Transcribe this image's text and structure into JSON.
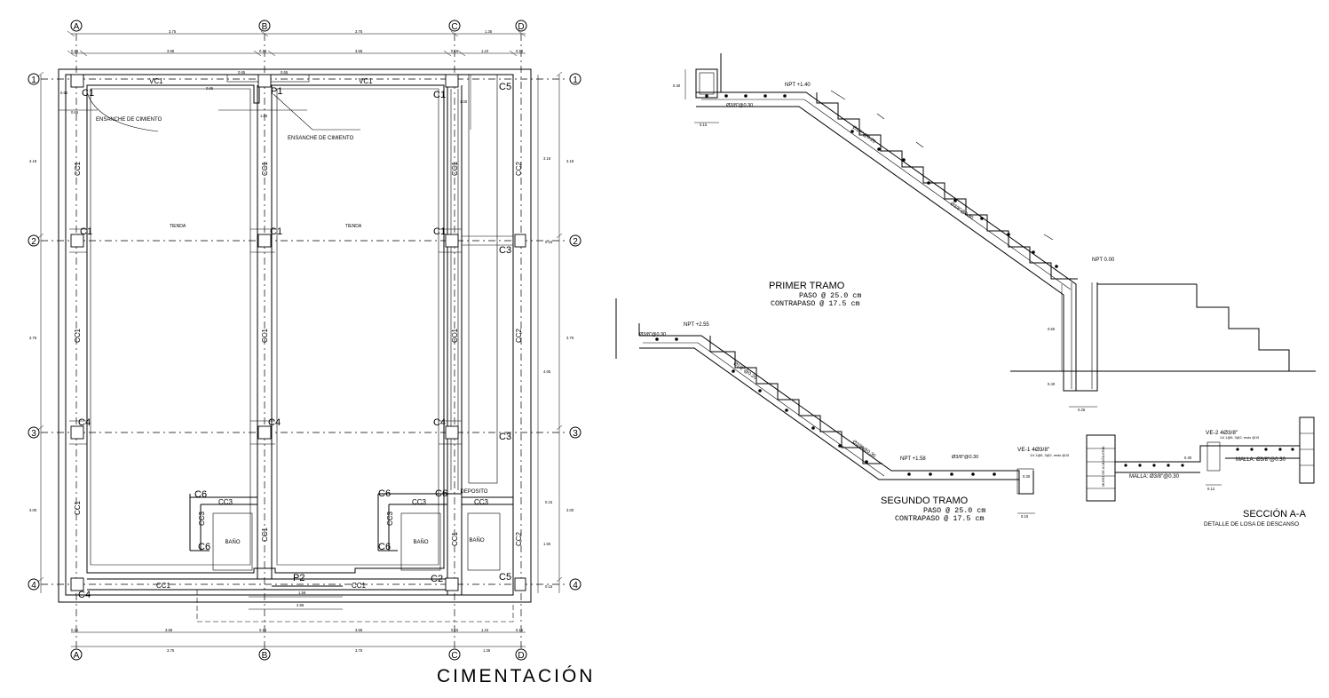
{
  "plan": {
    "title": "CIMENTACIÓN",
    "grid_letters": [
      "A",
      "B",
      "C",
      "D"
    ],
    "grid_numbers": [
      "1",
      "2",
      "3",
      "4"
    ],
    "rooms": [
      "TIENDA",
      "TIENDA",
      "BAÑO",
      "BAÑO",
      "BAÑO",
      "DEPOSITO"
    ],
    "notes": [
      "ENSANCHE DE CIMIENTO",
      "ENSANCHE DE CIMIENTO"
    ],
    "column_labels": [
      "C1",
      "C1",
      "C1",
      "C1",
      "C1",
      "C1",
      "C4",
      "C4",
      "C4",
      "C4",
      "C5",
      "C5",
      "C3",
      "C3",
      "C2",
      "C6",
      "C6",
      "C6",
      "C6",
      "C6",
      "P1",
      "P2"
    ],
    "beam_labels": [
      "VC1",
      "VC1",
      "CC1",
      "CC1",
      "CC1",
      "CC1",
      "CC1",
      "CC1",
      "CC1",
      "CC1",
      "CC1",
      "CC2",
      "CC2",
      "CC2",
      "CC3",
      "CC3",
      "CC3",
      "CC3",
      "CC3"
    ],
    "top_dims": [
      "3.75",
      "3.75",
      "1.35"
    ],
    "top_inner_dims": [
      "3.58",
      "3.58",
      "1.10",
      "0.15",
      "0.15",
      "0.15",
      "0.15"
    ],
    "bottom_dims": [
      "3.75",
      "3.75",
      "1.35"
    ],
    "bottom_inner_dims": [
      "3.58",
      "3.58",
      "1.10",
      "0.15",
      "0.15",
      "0.15",
      "0.15"
    ],
    "left_dims": [
      "3.18",
      "3.75",
      "3.00"
    ],
    "right_dims": [
      "3.18",
      "3.75",
      "3.00",
      "0.15",
      "0.15",
      "0.15"
    ],
    "right_inner_dims": [
      "3.18",
      "4.05",
      "1.50",
      "1.00"
    ],
    "misc_dims": [
      "0.65",
      "0.65",
      "0.65",
      "0.65",
      "0.65",
      "1.85",
      "1.58",
      "2.86"
    ]
  },
  "stair": {
    "first_flight": {
      "title": "PRIMER TRAMO",
      "step": "PASO @ 25.0 cm",
      "riser": "CONTRAPASO @ 17.5 cm"
    },
    "second_flight": {
      "title": "SEGUNDO TRAMO",
      "step": "PASO @ 25.0 cm",
      "riser": "CONTRAPASO @ 17.5 cm"
    },
    "levels": [
      "NPT +1.40",
      "NPT 0.00",
      "NPT +2.55",
      "NPT +1.58"
    ],
    "rebar_notes": [
      "Ø3/8\"@0.30",
      "Ø1/2\"@0.20",
      "Ø3/8\"@0.30",
      "Ø3/8\"@0.30",
      "Ø1/2\"@0.20",
      "Ø3/8\"@0.30",
      "Ø3/8\"@0.30"
    ],
    "dims": [
      "0.30",
      "0.15",
      "0.50",
      "0.40",
      "0.25",
      "0.30",
      "0.15"
    ],
    "beam_tags": [
      "VE-1 4Ø3/8\"",
      "1/4 1@5, 3@2, resto @15"
    ]
  },
  "section": {
    "title": "SECCIÓN A-A",
    "subtitle": "DETALLE DE LOSA DE DESCANSO",
    "beam_tag": "VE-2 4Ø3/8\"",
    "beam_note": "1/4 1@5, 3@2, resto @15",
    "mesh_left": "MALLA: Ø3/8\"@0.30",
    "mesh_right": "MALLA: Ø3/8\"@0.30",
    "wall_note": "MURO DE ALBAÑILERIA",
    "dims": [
      "0.30",
      "0.12"
    ]
  }
}
